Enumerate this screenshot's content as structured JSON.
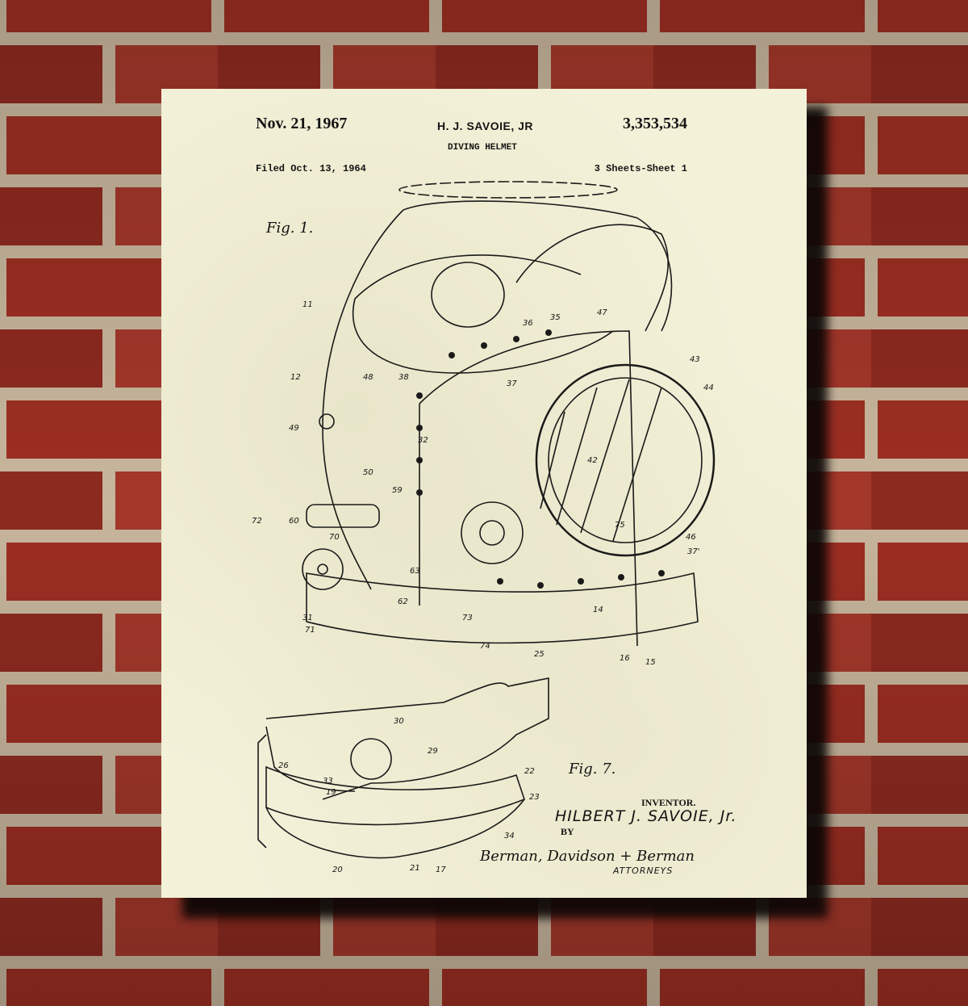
{
  "poster": {
    "date": "Nov. 21, 1967",
    "inventor_header": "H. J. SAVOIE, JR",
    "patent_number": "3,353,534",
    "title": "DIVING HELMET",
    "filed": "Filed Oct. 13, 1964",
    "sheets": "3 Sheets-Sheet 1",
    "fig1_label": "Fig. 1.",
    "fig7_label": "Fig. 7.",
    "inventor_label": "INVENTOR.",
    "inventor_signature": "HILBERT J. SAVOIE, Jr.",
    "by_label": "BY",
    "attorneys_signature": "Berman, Davidson + Berman",
    "attorneys_label": "ATTORNEYS",
    "callouts": [
      "11",
      "12",
      "35",
      "36",
      "47",
      "43",
      "44",
      "48",
      "38",
      "37",
      "49",
      "32",
      "42",
      "50",
      "59",
      "60",
      "72",
      "70",
      "75",
      "46",
      "37'",
      "63",
      "62",
      "31",
      "71",
      "73",
      "14",
      "74",
      "25",
      "16",
      "15",
      "30",
      "29",
      "26",
      "33",
      "19",
      "22",
      "23",
      "34",
      "20",
      "21",
      "17"
    ]
  },
  "colors": {
    "paper": "#f3f1d8",
    "ink": "#141414",
    "brick": "#9c2e22",
    "mortar": "#c9b8a0"
  }
}
